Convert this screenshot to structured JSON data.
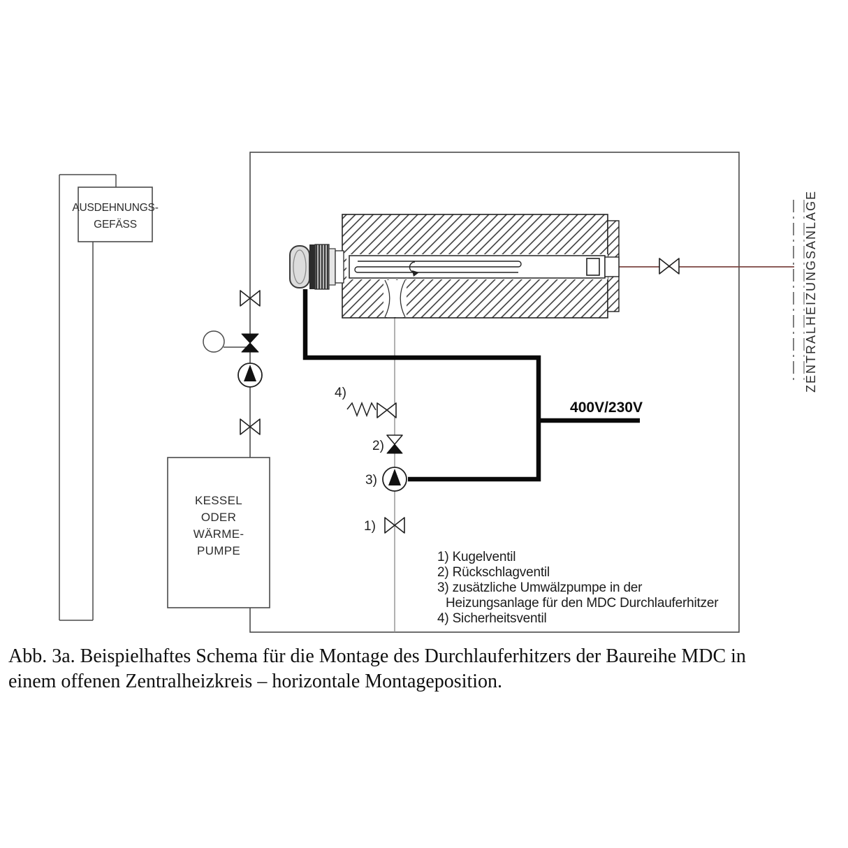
{
  "labels": {
    "expansion_vessel": [
      "AUSDEHNUNGS-",
      "GEFÄSS"
    ],
    "boiler": [
      "KESSEL",
      "ODER",
      "WÄRME-",
      "PUMPE"
    ],
    "central_heating": "ZENTRALHEIZUNGSANLAGE",
    "power": "400V/230V",
    "markers": {
      "m1": "1)",
      "m2": "2)",
      "m3": "3)",
      "m4": "4)"
    }
  },
  "legend": {
    "line1": "1) Kugelventil",
    "line2": "2) Rückschlagventil",
    "line3": "3) zusätzliche Umwälzpumpe in der",
    "line4": "Heizungsanlage für den MDC Durchlauferhitzer",
    "line5": "4) Sicherheitsventil"
  },
  "caption": {
    "line1": "Abb. 3a. Beispielhaftes Schema für die Montage des Durchlauferhitzers der Baureihe MDC in",
    "line2": "einem offenen Zentralheizkreis – horizontale Montageposition."
  },
  "symbols": {
    "ball_valve": "bowtie-valve",
    "check_valve": "filled-bowtie-valve",
    "pump": "circle-with-filled-triangle",
    "safety_valve": "spring-with-valve",
    "sensor": "circle-gauge"
  },
  "colors": {
    "line": "#4a4a4a",
    "heating_pipe": "#7b4540",
    "power_line": "#0a0a0a",
    "background": "#ffffff"
  }
}
